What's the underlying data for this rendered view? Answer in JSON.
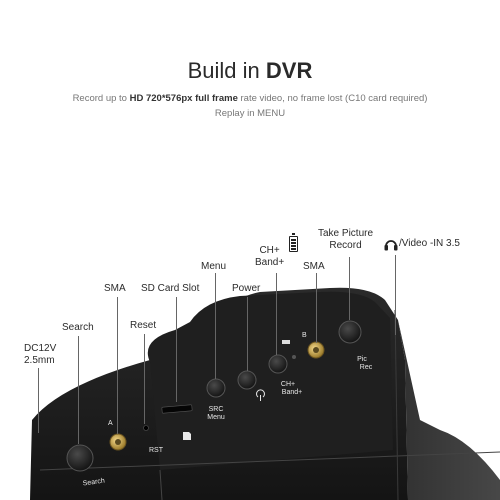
{
  "header": {
    "title_prefix": "Build in ",
    "title_bold": "DVR",
    "line1_prefix": "Record up to ",
    "line1_bold": "HD 720*576px full frame",
    "line1_suffix": " rate video, no frame lost (C10 card required)",
    "line2": "Replay in MENU"
  },
  "labels": {
    "dc12v_1": "DC12V",
    "dc12v_2": "2.5mm",
    "search": "Search",
    "sma_left": "SMA",
    "reset": "Reset",
    "sd_slot": "SD Card Slot",
    "menu": "Menu",
    "power": "Power",
    "chplus_band_1": "CH+",
    "chplus_band_2": "Band+",
    "sma_right": "SMA",
    "take_picture_1": "Take Picture",
    "take_picture_2": "Record",
    "video_in": "/Video -IN 3.5"
  },
  "device_print": {
    "search": "Search",
    "antenna_a": "A",
    "rst": "RST",
    "src_1": "SRC",
    "src_2": "Menu",
    "chband_1": "CH+",
    "chband_2": "Band+",
    "antenna_b": "B",
    "pic_1": "Pic",
    "pic_2": "Rec"
  },
  "icons": [
    "battery-icon",
    "headphones-icon",
    "power-icon",
    "sd-card-icon"
  ]
}
